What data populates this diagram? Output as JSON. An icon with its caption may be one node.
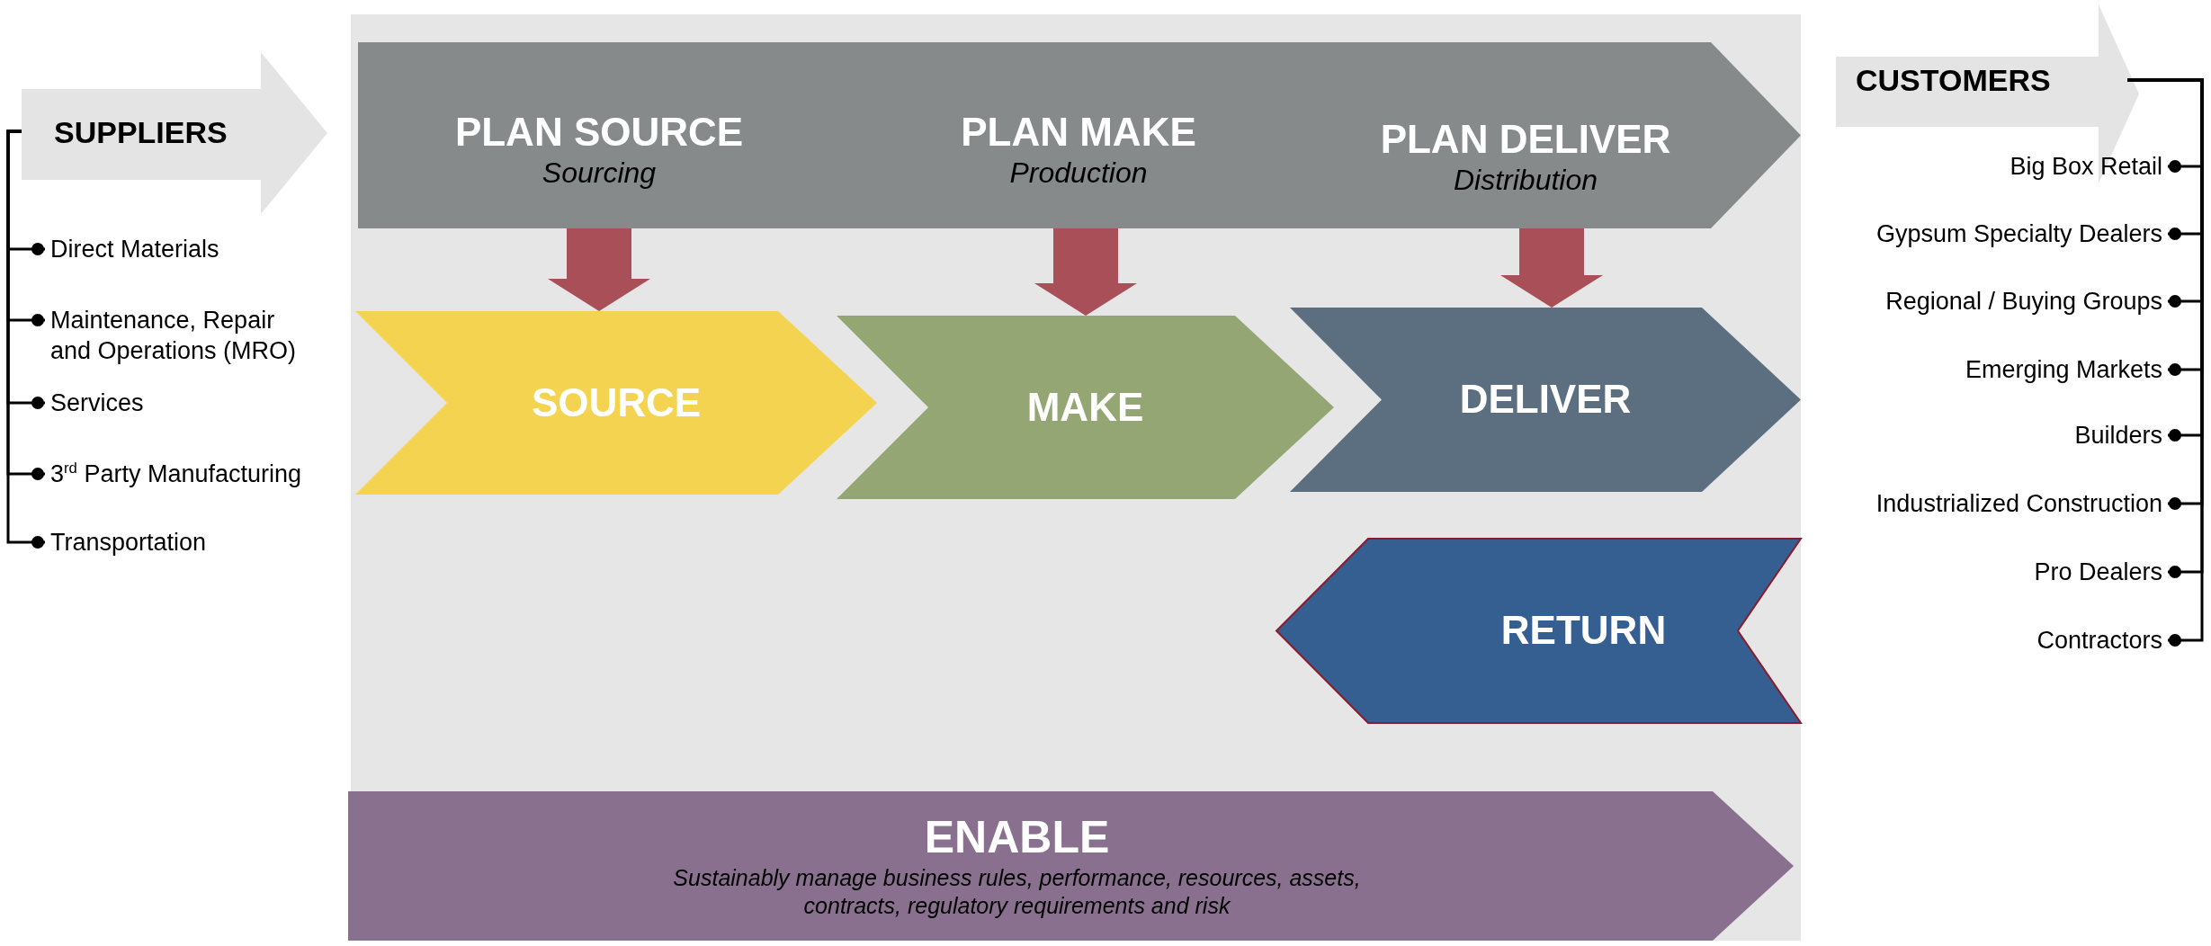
{
  "diagram": {
    "nodes": [
      {
        "text": [
          "SUPPLIERS"
        ]
      },
      {
        "text": [
          "Direct Materials"
        ]
      },
      {
        "text": [
          "Maintenance, Repair and Operations (MRO)"
        ]
      },
      {
        "text": [
          "Services"
        ]
      },
      {
        "text": [
          "3$^{rd}$ Party Manufacturing"
        ]
      },
      {
        "text": [
          "Transportation"
        ]
      },
      {
        "text": [],
        "shape": "chevron"
      },
      {
        "text": [
          "PLAN SOURCE",
          "Sourcing"
        ],
        "in": 6
      },
      {
        "text": [
          "PLAN MAKE",
          "Production"
        ],
        "in": 6
      },
      {
        "text": [
          "PLAN DELIVER",
          "Distribution"
        ],
        "in": 6
      },
      {
        "text": [
          "SOURCE"
        ]
      },
      {
        "text": [
          "MAKE"
        ]
      },
      {
        "text": [
          "DELIVER"
        ]
      },
      {
        "text": [
          "RETURN"
        ]
      },
      {
        "text": [
          "ENABLE",
          "Sustainably manage business rules, performance, resources, assets, contracts, regulatory requirements and risk"
        ]
      },
      {
        "text": [
          "CUSTOMERS"
        ]
      },
      {
        "text": [
          "Big Box Retail"
        ]
      },
      {
        "text": [
          "Gypsum Specialty Dealers"
        ]
      },
      {
        "text": [
          "Regional / Buying Groups"
        ]
      },
      {
        "text": [
          "Emerging Markets"
        ]
      },
      {
        "text": [
          "Builders"
        ]
      },
      {
        "text": [
          "Industrialized Construction"
        ]
      },
      {
        "text": [
          "Pro Dealers"
        ]
      },
      {
        "text": [
          "Contractors"
        ]
      }
    ],
    "edges": [
      {
        "from": 0,
        "to": 1,
        "arrow": "other"
      },
      {
        "from": 0,
        "to": 2,
        "arrow": "other"
      },
      {
        "from": 0,
        "to": 3,
        "arrow": "other"
      },
      {
        "from": 0,
        "to": 4,
        "arrow": "other"
      },
      {
        "from": 0,
        "to": 5,
        "arrow": "other"
      },
      {
        "from": 6,
        "to": 10,
        "arrow": "to",
        "style": "thick",
        "color": "#a84f58"
      },
      {
        "from": 6,
        "to": 11,
        "arrow": "to",
        "style": "thick",
        "color": "#a84f58"
      },
      {
        "from": 6,
        "to": 12,
        "arrow": "to",
        "style": "thick",
        "color": "#a84f58"
      },
      {
        "from": 15,
        "to": 16,
        "arrow": "other"
      },
      {
        "from": 15,
        "to": 17,
        "arrow": "other"
      },
      {
        "from": 15,
        "to": 18,
        "arrow": "other"
      },
      {
        "from": 15,
        "to": 19,
        "arrow": "other"
      },
      {
        "from": 15,
        "to": 20,
        "arrow": "other"
      },
      {
        "from": 15,
        "to": 21,
        "arrow": "other"
      },
      {
        "from": 15,
        "to": 22,
        "arrow": "other"
      },
      {
        "from": 15,
        "to": 23,
        "arrow": "other"
      }
    ]
  }
}
